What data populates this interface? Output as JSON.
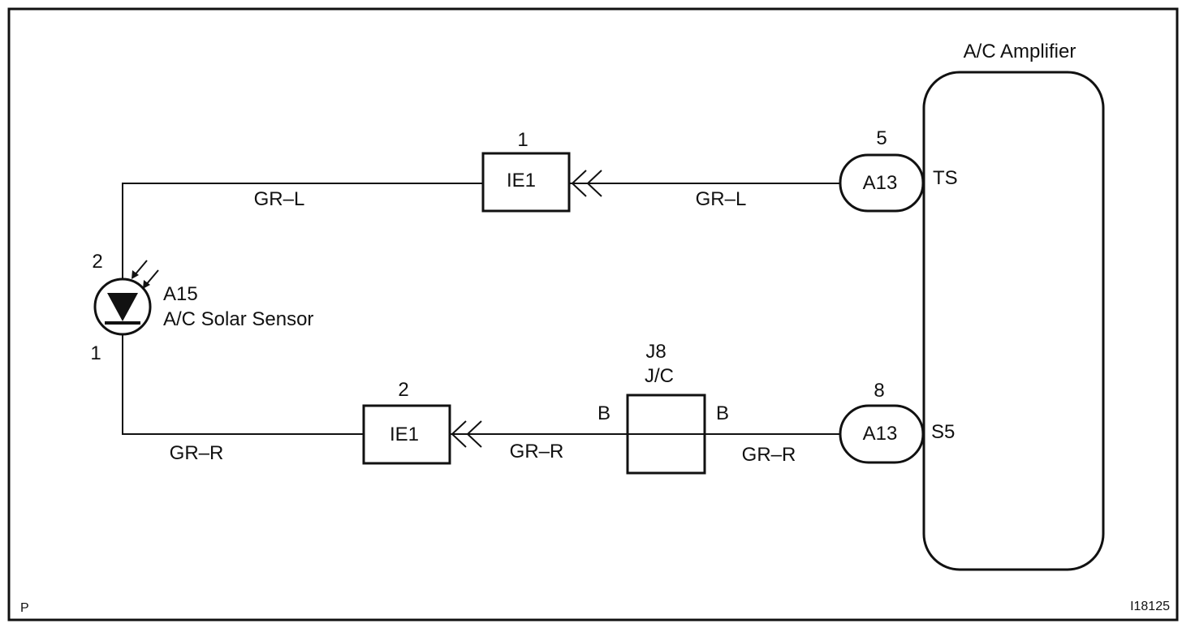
{
  "amplifier": {
    "title": "A/C Amplifier",
    "terminals": {
      "ts": "TS",
      "s5": "S5"
    }
  },
  "connectors": {
    "a13_top": {
      "label": "A13",
      "pin": "5"
    },
    "a13_bottom": {
      "label": "A13",
      "pin": "8"
    },
    "ie1_top": {
      "label": "IE1",
      "pin": "1"
    },
    "ie1_bottom": {
      "label": "IE1",
      "pin": "2"
    }
  },
  "junction": {
    "id": "J8",
    "name": "J/C",
    "left_pin": "B",
    "right_pin": "B"
  },
  "sensor": {
    "id": "A15",
    "name": "A/C Solar Sensor",
    "pin_top": "2",
    "pin_bottom": "1"
  },
  "wires": {
    "top_left": "GR–L",
    "top_right": "GR–L",
    "bottom_left": "GR–R",
    "bottom_middle": "GR–R",
    "bottom_right": "GR–R"
  },
  "corner": {
    "left": "P",
    "right": "I18125"
  }
}
